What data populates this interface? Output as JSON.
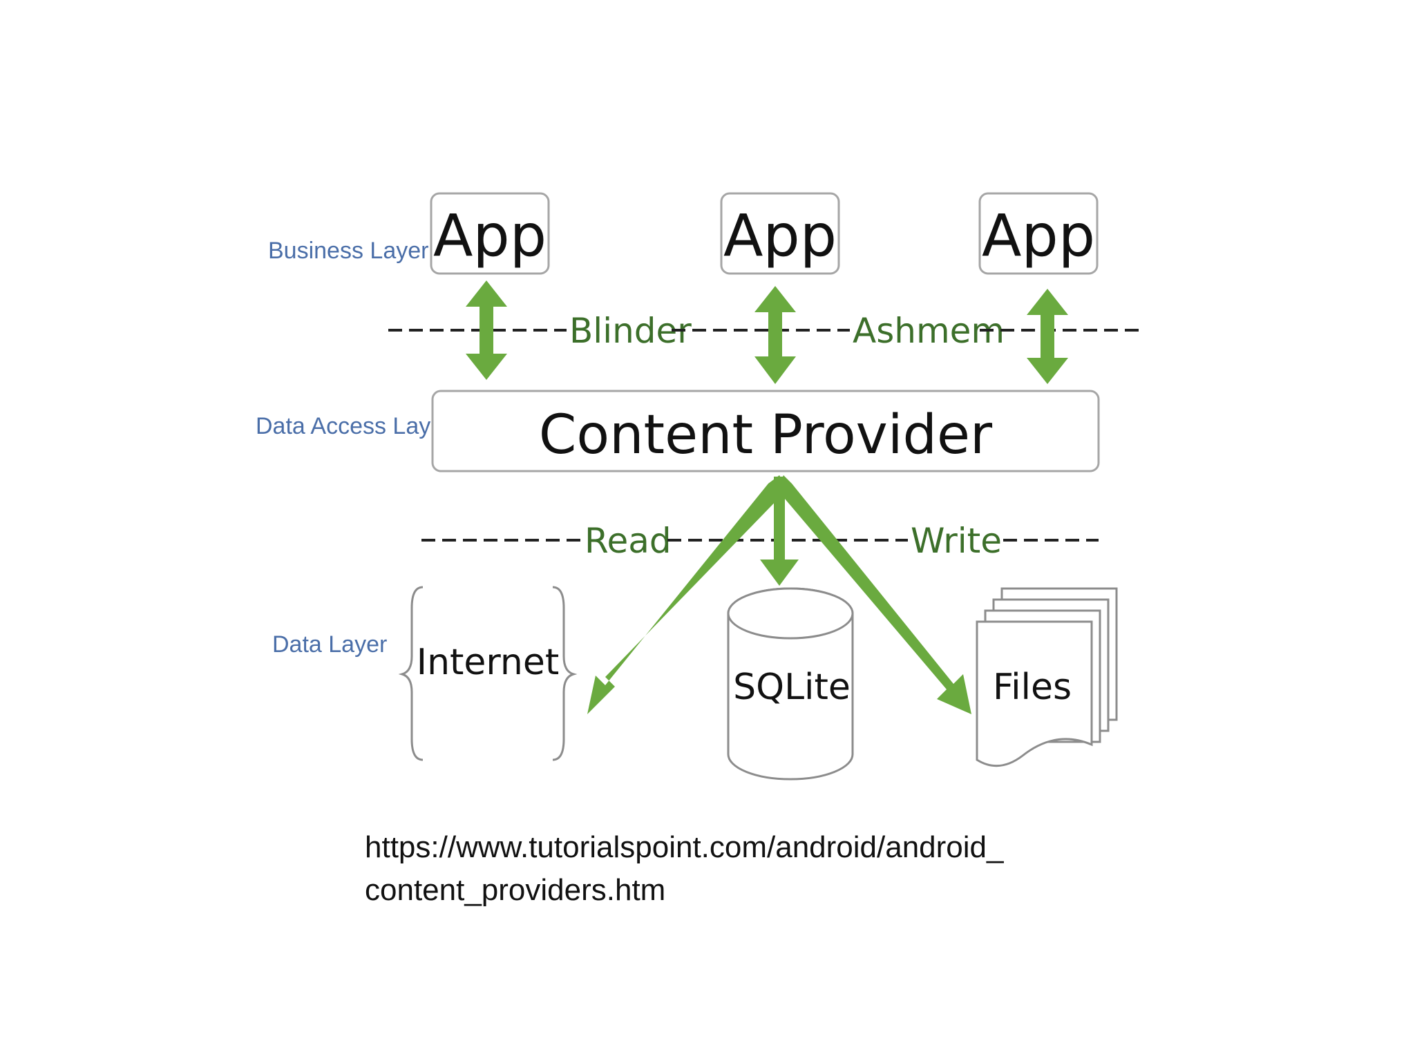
{
  "diagram": {
    "layers": {
      "business": "Business Layer",
      "data_access": "Data Access Layer",
      "data": "Data Layer"
    },
    "apps": [
      "App",
      "App",
      "App"
    ],
    "ipc_line": {
      "dashes_1": "----------",
      "mechanism_1": "Blinder",
      "dashes_2": "----------",
      "mechanism_2": "Ashmem",
      "dashes_3": "----------"
    },
    "content_provider": "Content Provider",
    "io_line": {
      "dashes_1": "----------",
      "op_1": "Read",
      "dashes_2": "--------------",
      "op_2": "Write",
      "dashes_3": "-----"
    },
    "stores": {
      "internet": "Internet",
      "sqlite": "SQLite",
      "files": "Files"
    }
  },
  "source": {
    "line1": "https://www.tutorialspoint.com/android/android_",
    "line2": "content_providers.htm"
  },
  "colors": {
    "arrow_green": "#6aaa3f",
    "label_green": "#3c6f2a",
    "layer_blue": "#4a6ea8"
  }
}
